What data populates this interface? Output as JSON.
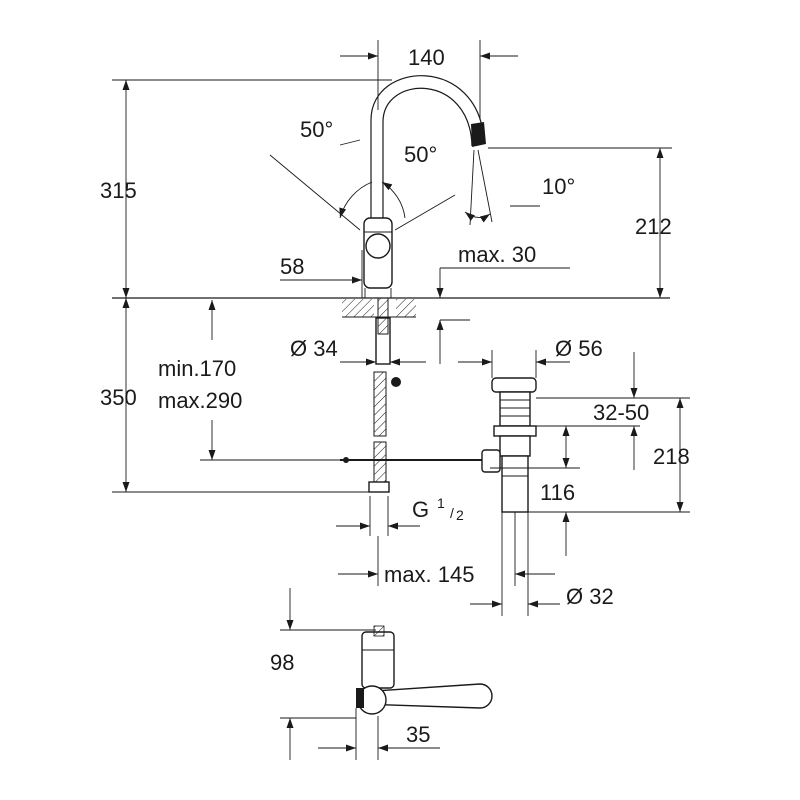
{
  "dimensions": {
    "d140": "140",
    "a50_left": "50°",
    "a50_right": "50°",
    "a10": "10°",
    "d315": "315",
    "d212": "212",
    "d58": "58",
    "max30": "max. 30",
    "dia34": "Ø 34",
    "dia56": "Ø 56",
    "min170": "min.170",
    "max290": "max.290",
    "d350": "350",
    "d32_50": "32-50",
    "d218": "218",
    "d116": "116",
    "g_thread": "G",
    "g_num": "1",
    "g_den": "2",
    "max145": "max. 145",
    "dia32": "Ø 32",
    "d98": "98",
    "d35": "35"
  }
}
